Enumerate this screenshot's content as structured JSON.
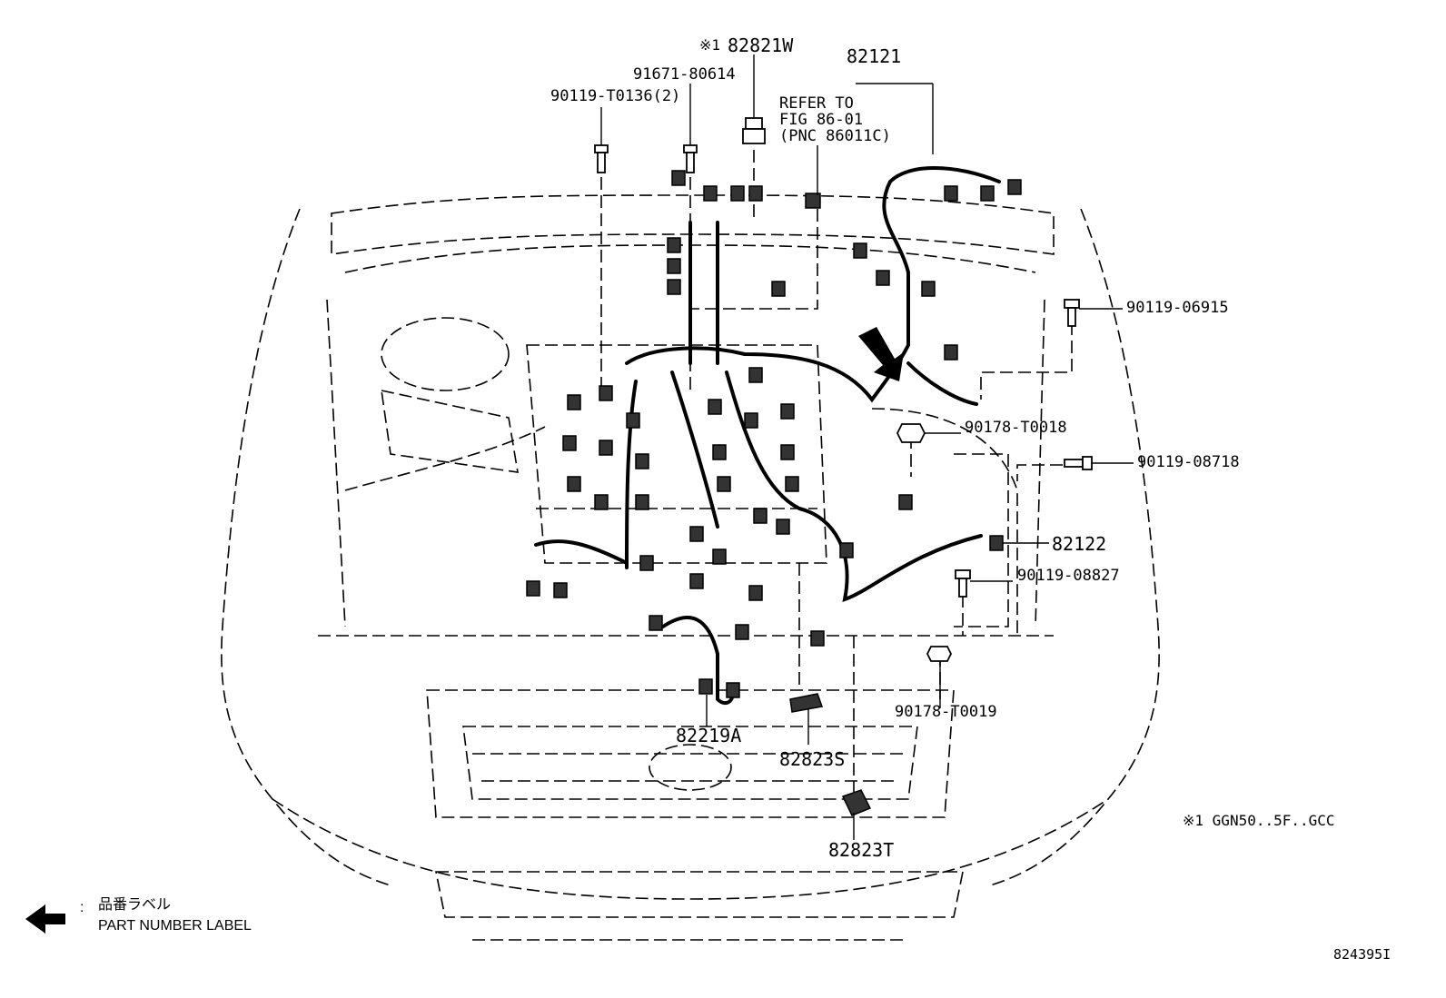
{
  "labels": {
    "note_mark_82821w": "※1",
    "p82821w": "82821W",
    "p82121": "82121",
    "p91671": "91671-80614",
    "p90119_t0136": "90119-T0136(2)",
    "refer_line1": "REFER TO",
    "refer_line2": "FIG 86-01",
    "refer_line3": "(PNC 86011C)",
    "p90119_06915": "90119-06915",
    "p90178_t0018": "90178-T0018",
    "p90119_08718": "90119-08718",
    "p82122": "82122",
    "p90119_08827": "90119-08827",
    "p90178_t0019": "90178-T0019",
    "p82219a": "82219A",
    "p82823s": "82823S",
    "p82823t": "82823T"
  },
  "footnote": "※1 GGN50..5F..GCC",
  "legend": {
    "jp": "品番ラベル",
    "colon": ":",
    "en": "PART NUMBER LABEL",
    "arrow_icon": "left-arrow"
  },
  "diagram_code": "824395I"
}
